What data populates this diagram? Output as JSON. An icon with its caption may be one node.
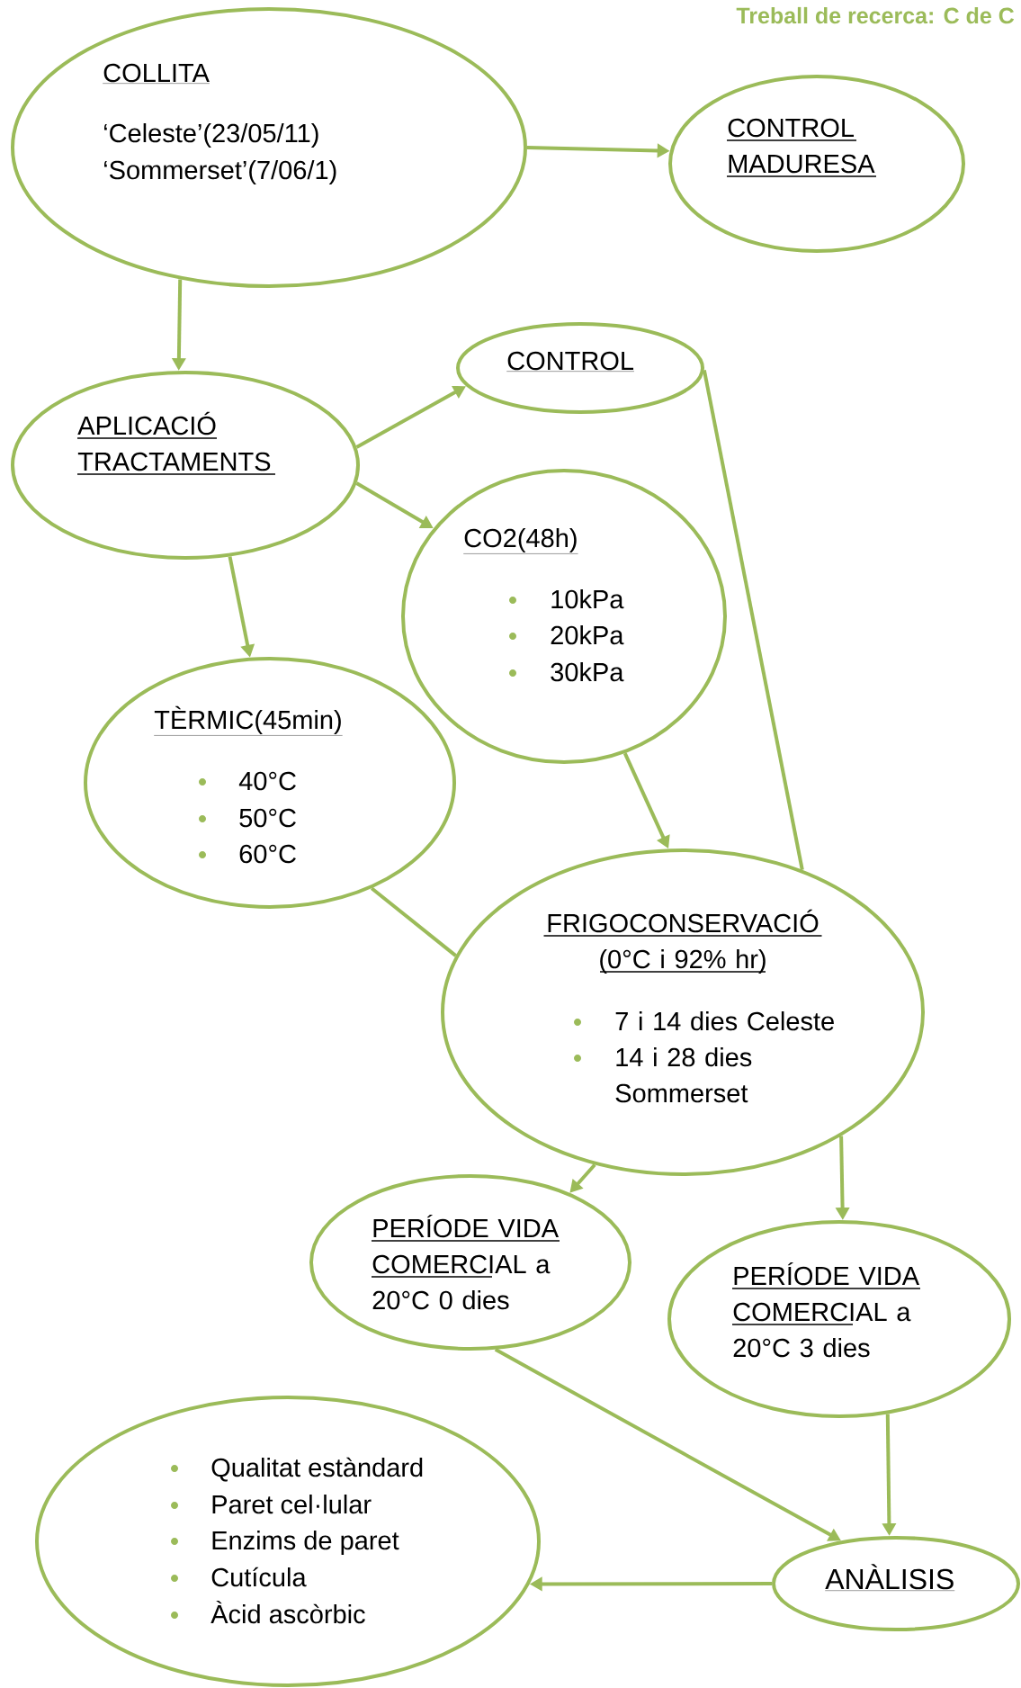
{
  "diagram": {
    "nodes": [
      {
        "text": [
          "COLLITA",
          "‘Celeste’(23/05/11)",
          "‘Sommerset’(7/06/1)"
        ]
      },
      {
        "text": [
          "CONTROL MADURESA"
        ]
      },
      {
        "text": [
          "APLICACIÓ TRACTAMENTS"
        ]
      },
      {
        "text": [
          "CONTROL"
        ]
      },
      {
        "text": [
          "CO2(48h)",
          "10kPa",
          "20kPa",
          "30kPa"
        ]
      },
      {
        "text": [
          "TÈRMIC(45min)",
          "40°C",
          "50°C",
          "60°C"
        ]
      },
      {
        "text": [
          "FRIGOCONSERVACIÓ (0°C i 92% hr)",
          "7 i 14 dies Celeste",
          "14 i 28 dies Sommerset"
        ]
      },
      {
        "text": [
          "PERÍODE VIDA COMERCIAL",
          "a 20°C 0 dies"
        ]
      },
      {
        "text": [
          "PERÍODE VIDA COMERCIAL",
          "a 20°C 3 dies"
        ]
      },
      {
        "text": [
          "Qualitat estàndard",
          "Paret cel·lular",
          "Enzims de paret",
          "Cutícula",
          "Àcid ascòrbic"
        ]
      },
      {
        "text": [
          "ANÀLISIS"
        ]
      }
    ],
    "edges": [
      {
        "from": 0,
        "to": 1,
        "arrow": "to"
      },
      {
        "from": 0,
        "to": 2,
        "arrow": "to"
      },
      {
        "from": 2,
        "to": 3,
        "arrow": "to"
      },
      {
        "from": 2,
        "to": 4,
        "arrow": "to"
      },
      {
        "from": 2,
        "to": 5,
        "arrow": "to"
      },
      {
        "from": 4,
        "to": 6,
        "arrow": "to"
      },
      {
        "from": 5,
        "to": 6,
        "arrow": "none"
      },
      {
        "from": 3,
        "to": 6,
        "arrow": "none"
      },
      {
        "from": 6,
        "to": 7,
        "arrow": "to"
      },
      {
        "from": 6,
        "to": 8,
        "arrow": "to"
      },
      {
        "from": 7,
        "to": 10,
        "arrow": "to"
      },
      {
        "from": 8,
        "to": 10,
        "arrow": "to"
      },
      {
        "from": 10,
        "to": 9,
        "arrow": "to"
      }
    ],
    "labels": [
      "Treball de recerca: C de C"
    ]
  }
}
